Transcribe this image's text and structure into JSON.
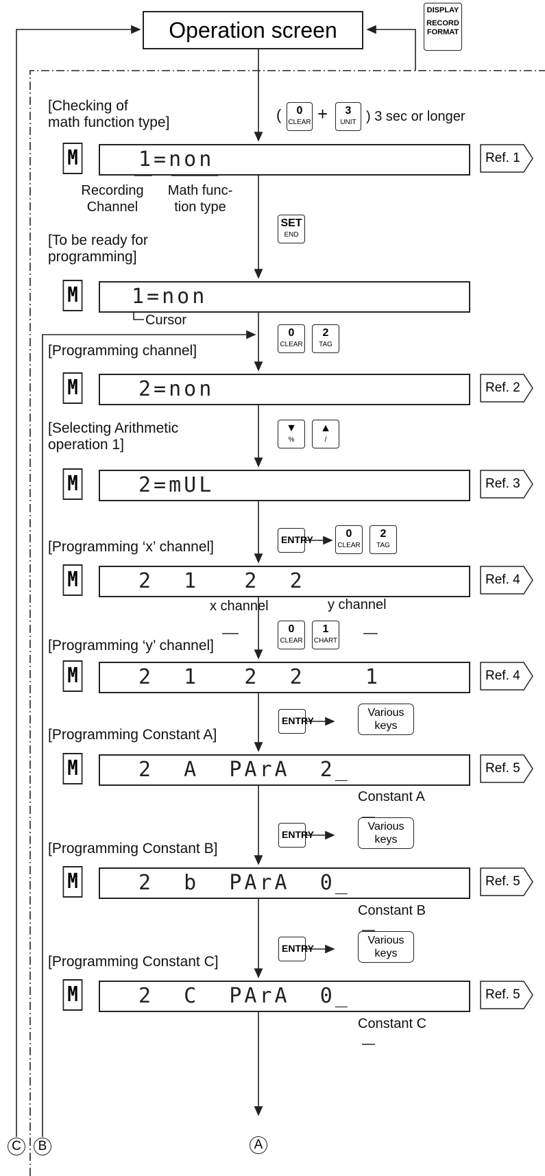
{
  "header": {
    "title": "Operation screen",
    "side_keys": [
      "DISPLAY",
      "RECORD",
      "FORMAT"
    ]
  },
  "steps": {
    "s1": {
      "label": [
        "[Checking of",
        "math function type]"
      ],
      "keyseq": {
        "open": "(",
        "plus": "+",
        "close": ") 3 sec or longer"
      }
    },
    "s2": {
      "label": [
        "[To be ready for",
        "programming]"
      ]
    },
    "s3": {
      "label": "[Programming channel]"
    },
    "s4": {
      "label": [
        "[Selecting Arithmetic",
        "operation 1]"
      ]
    },
    "s5": {
      "label": "[Programming ‘x’ channel]"
    },
    "s6": {
      "label": "[Programming ‘y’ channel]"
    },
    "s7": {
      "label": "[Programming Constant A]"
    },
    "s8": {
      "label": "[Programming Constant B]"
    },
    "s9": {
      "label": "[Programming Constant C]"
    }
  },
  "keys": {
    "k0": {
      "top": "0",
      "bottom": "CLEAR"
    },
    "k1": {
      "top": "1",
      "bottom": "CHART"
    },
    "k2": {
      "top": "2",
      "bottom": "TAG"
    },
    "k3": {
      "top": "3",
      "bottom": "UNIT"
    },
    "set": {
      "top": "SET",
      "bottom": "END"
    },
    "down": {
      "top": "▼",
      "bottom": "%"
    },
    "up": {
      "top": "▲",
      "bottom": "/"
    },
    "entry": "ENTRY",
    "various": [
      "Various",
      "keys"
    ]
  },
  "mode_indicator": "M",
  "displays": {
    "d1": "1=non",
    "d2": "1=non",
    "d3": "2=non",
    "d4": "2=mUL",
    "d5": "2  1   2  2",
    "d6": "2  1   2  2    1",
    "d7": "2  A  PArA  2_",
    "d8": "2  b  PArA  0_",
    "d9": "2  C  PArA  0_"
  },
  "annotations": {
    "recording_channel": [
      "Recording",
      "Channel"
    ],
    "math_function_type": [
      "Math func-",
      "tion type"
    ],
    "cursor": "Cursor",
    "x_channel": "x channel",
    "y_channel": "y channel",
    "constant_a": "Constant A",
    "constant_b": "Constant B",
    "constant_c": "Constant C"
  },
  "refs": {
    "r1": "Ref. 1",
    "r2": "Ref. 2",
    "r3": "Ref. 3",
    "r4a": "Ref. 4",
    "r4b": "Ref. 4",
    "r5a": "Ref. 5",
    "r5b": "Ref. 5",
    "r5c": "Ref. 5"
  },
  "connectors": {
    "a": "A",
    "b": "B",
    "c": "C"
  }
}
